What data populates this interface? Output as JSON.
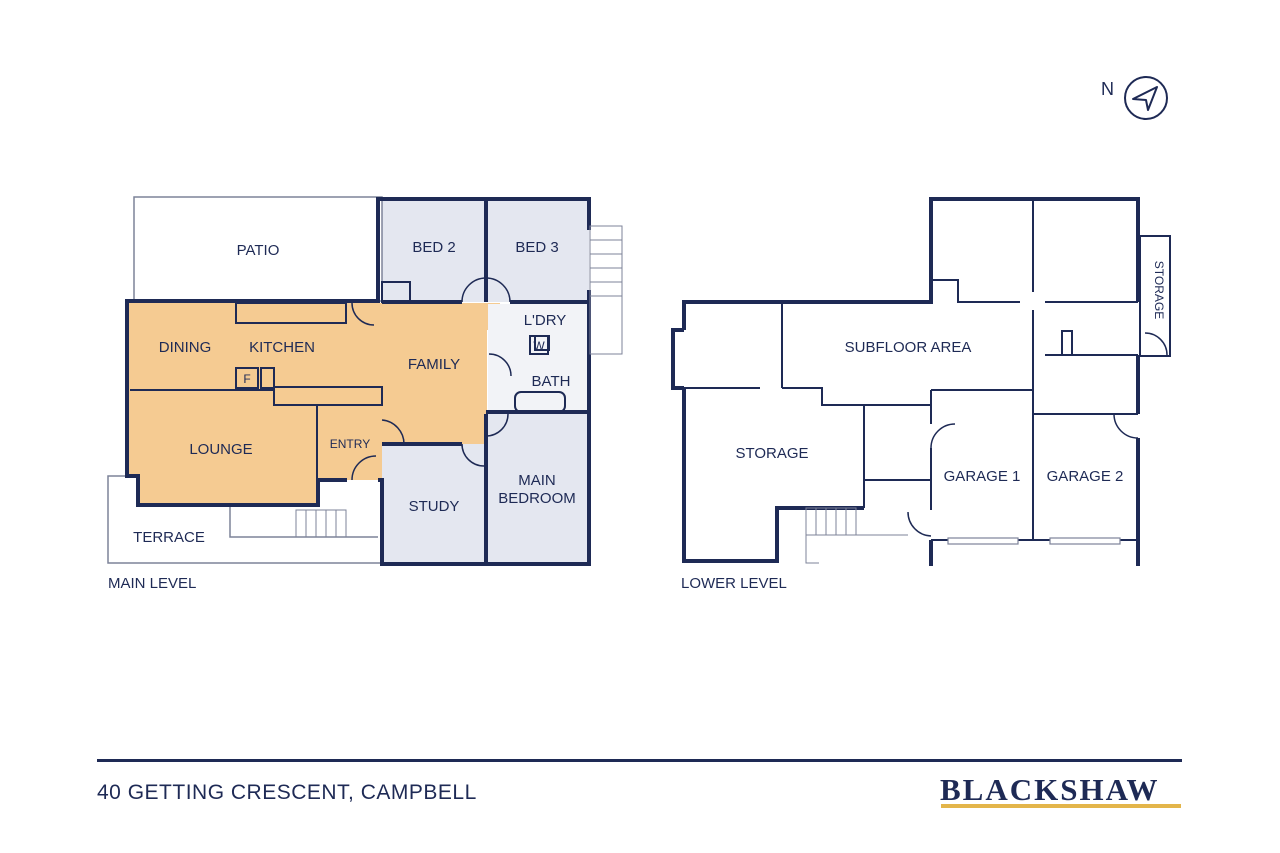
{
  "compass": {
    "label": "N"
  },
  "main_level": {
    "label": "MAIN LEVEL",
    "rooms": {
      "patio": "PATIO",
      "bed2": "BED 2",
      "bed3": "BED 3",
      "laundry": "L'DRY",
      "washer": "W",
      "dining": "DINING",
      "kitchen": "KITCHEN",
      "family": "FAMILY",
      "fridge": "F",
      "bath": "BATH",
      "lounge": "LOUNGE",
      "entry": "ENTRY",
      "study": "STUDY",
      "main_bedroom_1": "MAIN",
      "main_bedroom_2": "BEDROOM",
      "terrace": "TERRACE"
    }
  },
  "lower_level": {
    "label": "LOWER LEVEL",
    "rooms": {
      "subfloor": "SUBFLOOR AREA",
      "storage": "STORAGE",
      "storage_side": "STORAGE",
      "garage1": "GARAGE 1",
      "garage2": "GARAGE 2"
    }
  },
  "footer": {
    "address": "40 GETTING CRESCENT, CAMPBELL",
    "brand": "BLACKSHAW"
  },
  "colors": {
    "wall": "#1e2a55",
    "living_fill": "#f5cb92",
    "bedroom_fill": "#e4e7f0",
    "brand_accent": "#e3b54a"
  }
}
